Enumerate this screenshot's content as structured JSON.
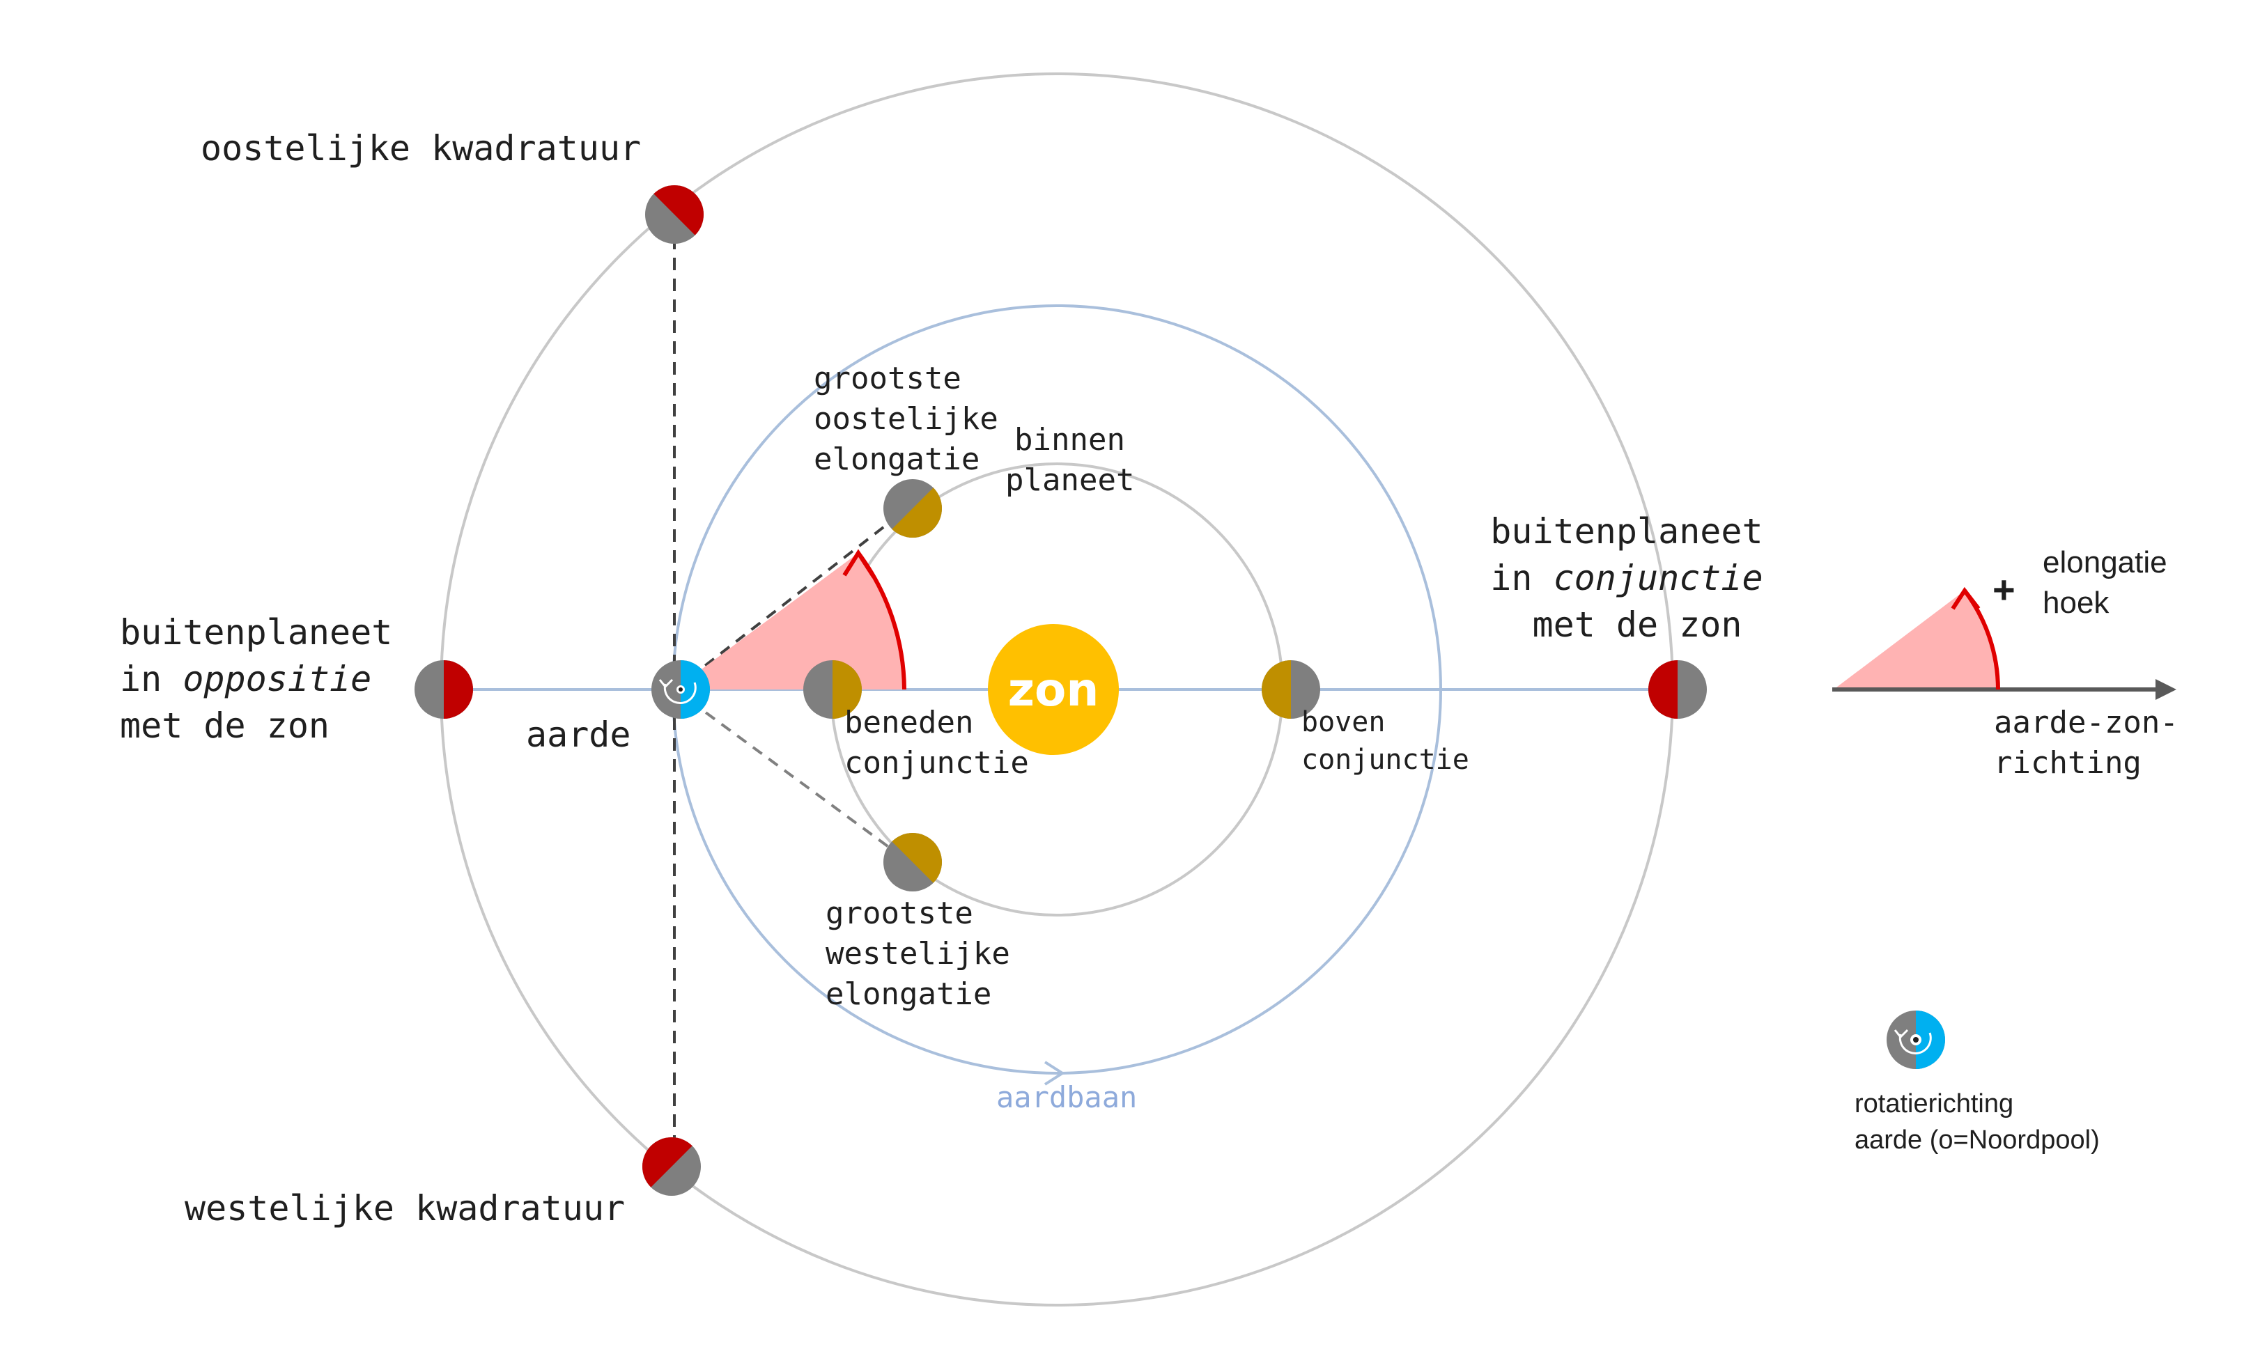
{
  "colors": {
    "outer_orbit": "#c8c8c8",
    "earth_orbit": "#a9bfdc",
    "inner_orbit": "#c8c8c8",
    "planet_shadow": "#7f7f7f",
    "outer_planet_lit": "#c00000",
    "inner_planet_lit": "#bf8f00",
    "earth_lit": "#00b0f0",
    "sun": "#ffc000",
    "angle_fill": "#ffb3b3",
    "angle_arc": "#e00000",
    "axis_line": "#a9bfdc",
    "dashed": "#404040",
    "orbit_label": "#8eaadb"
  },
  "labels": {
    "east_quadrature": "oostelijke kwadratuur",
    "west_quadrature": "westelijke kwadratuur",
    "opposition_line1": "buitenplaneet",
    "opposition_line2_prefix": "in ",
    "opposition_line2_italic": "oppositie",
    "opposition_line3": "met de zon",
    "conjunction_line1": "buitenplaneet",
    "conjunction_line2_prefix": "in ",
    "conjunction_line2_italic": "conjunctie",
    "conjunction_line3": "met de zon",
    "earth": "aarde",
    "sun": "zon",
    "greatest_east_1": "grootste",
    "greatest_east_2": "oostelijke",
    "greatest_east_3": "elongatie",
    "greatest_west_1": "grootste",
    "greatest_west_2": "westelijke",
    "greatest_west_3": "elongatie",
    "inner_planet_1": "binnen",
    "inner_planet_2": "planeet",
    "inferior_1": "beneden",
    "inferior_2": "conjunctie",
    "superior_1": "boven",
    "superior_2": "conjunctie",
    "earth_orbit": "aardbaan"
  },
  "legend": {
    "plus": "+",
    "elongation_1": "elongatie",
    "elongation_2": "hoek",
    "direction_1": "aarde-zon-",
    "direction_2": "richting",
    "rotation_1": "rotatierichting",
    "rotation_2": "aarde (o=Noordpool)"
  }
}
